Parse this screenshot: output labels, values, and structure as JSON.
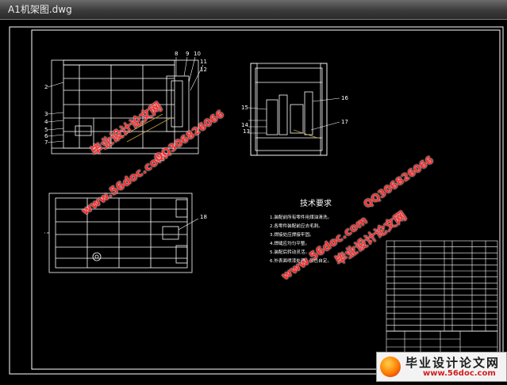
{
  "window": {
    "title": "A1机架图.dwg"
  },
  "drawing": {
    "front_view_callouts": [
      "2",
      "3",
      "4",
      "5",
      "6",
      "7",
      "8",
      "9",
      "10",
      "11",
      "12"
    ],
    "side_view_callouts": [
      "13",
      "14",
      "15",
      "16",
      "17"
    ],
    "top_view_callouts": [
      "18"
    ],
    "notes_title": "技术要求",
    "notes": [
      "1.装配前所有零件用煤油清洗。",
      "2.各零件装配前应去毛刺。",
      "3.焊接处应焊接牢固。",
      "4.焊缝应均匀平整。",
      "5.装配后转动灵活。",
      "6.外表面喷漆处理，颜色自定。"
    ]
  },
  "watermarks": {
    "site_name": "毕业设计论文网",
    "url": "www.56doc.com",
    "qq": "QQ306826066"
  },
  "footer_brand": {
    "name": "毕业设计论文网",
    "url": "www.56doc.com"
  },
  "colors": {
    "background": "#000000",
    "lines": "#ffffff",
    "accent_line": "#c8a03c",
    "watermark": "#ff2a2a"
  }
}
